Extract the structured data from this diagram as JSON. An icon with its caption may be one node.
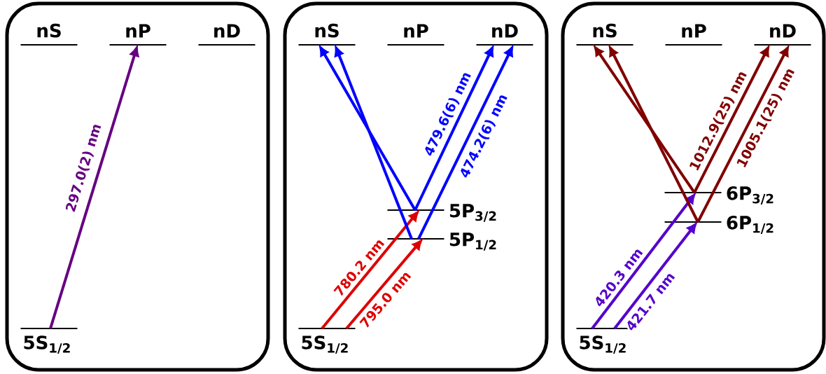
{
  "diagram": {
    "nodes": [
      {
        "text": [],
        "shape": "box"
      },
      {
        "text": [
          "nS"
        ],
        "in": 0
      },
      {
        "text": [
          "nP"
        ],
        "in": 0
      },
      {
        "text": [
          "nD"
        ],
        "in": 0
      },
      {
        "text": [
          "5S$_{1/2}$"
        ],
        "in": 0
      },
      {
        "text": [],
        "shape": "box"
      },
      {
        "text": [
          "nS"
        ],
        "in": 5
      },
      {
        "text": [
          "nP"
        ],
        "in": 5
      },
      {
        "text": [
          "nD"
        ],
        "in": 5
      },
      {
        "text": [
          "5P$_{3/2}$"
        ],
        "in": 5
      },
      {
        "text": [
          "5P$_{1/2}$"
        ],
        "in": 5
      },
      {
        "text": [
          "5S$_{1/2}$"
        ],
        "in": 5
      },
      {
        "text": [],
        "shape": "box"
      },
      {
        "text": [
          "nS"
        ],
        "in": 12
      },
      {
        "text": [
          "nP"
        ],
        "in": 12
      },
      {
        "text": [
          "nD"
        ],
        "in": 12
      },
      {
        "text": [
          "6P$_{3/2}$"
        ],
        "in": 12
      },
      {
        "text": [
          "6P$_{1/2}$"
        ],
        "in": 12
      },
      {
        "text": [
          "5S$_{1/2}$"
        ],
        "in": 12
      }
    ],
    "edges": [
      {
        "from": 4,
        "to": 2,
        "arrow": "to",
        "label": "297.0(2) nm",
        "color": "#660080"
      },
      {
        "from": 11,
        "to": 9,
        "arrow": "to",
        "label": "780.2 nm",
        "color": "#dd0000"
      },
      {
        "from": 11,
        "to": 10,
        "arrow": "to",
        "label": "795.0 nm",
        "color": "#dd0000"
      },
      {
        "from": 9,
        "to": 6,
        "arrow": "to",
        "color": "#0000ff"
      },
      {
        "from": 10,
        "to": 6,
        "arrow": "to",
        "color": "#0000ff"
      },
      {
        "from": 9,
        "to": 8,
        "arrow": "to",
        "label": "479.6(6) nm",
        "color": "#0000ff"
      },
      {
        "from": 10,
        "to": 8,
        "arrow": "to",
        "label": "474.2(6) nm",
        "color": "#0000ff"
      },
      {
        "from": 18,
        "to": 16,
        "arrow": "to",
        "label": "420.3 nm",
        "color": "#5500cc"
      },
      {
        "from": 18,
        "to": 17,
        "arrow": "to",
        "label": "421.7 nm",
        "color": "#5500cc"
      },
      {
        "from": 16,
        "to": 13,
        "arrow": "to",
        "color": "#800000"
      },
      {
        "from": 17,
        "to": 13,
        "arrow": "to",
        "color": "#800000"
      },
      {
        "from": 16,
        "to": 15,
        "arrow": "to",
        "label": "1012.9(25) nm",
        "color": "#800000"
      },
      {
        "from": 17,
        "to": 15,
        "arrow": "to",
        "label": "1005.1(25) nm",
        "color": "#800000"
      }
    ]
  }
}
